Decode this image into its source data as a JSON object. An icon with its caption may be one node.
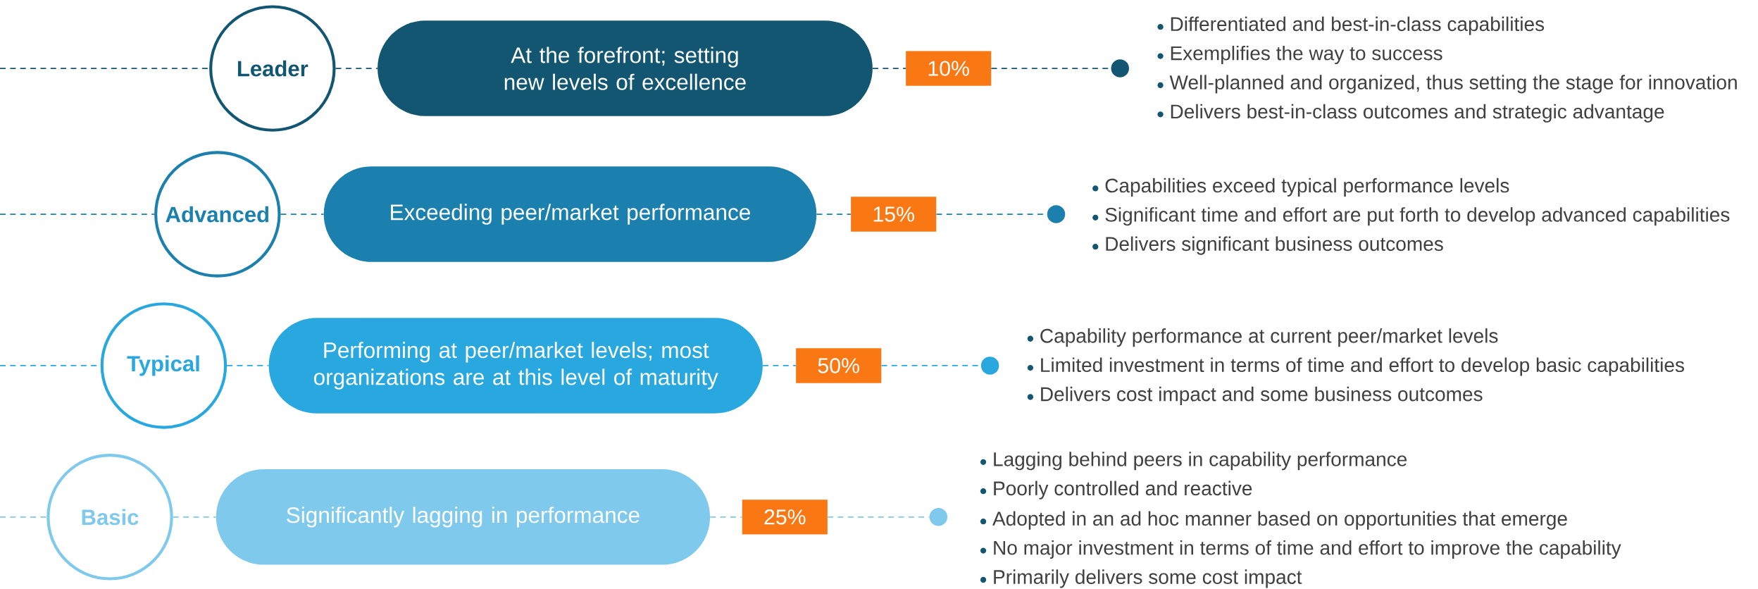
{
  "diagram": {
    "nodes": [
      {
        "text": [
          "Leader"
        ]
      },
      {
        "text": [
          "At the forefront; setting new levels of excellence"
        ]
      },
      {
        "text": [
          "10%"
        ]
      },
      {
        "text": [],
        "shape": "circle",
        "beside": [
          "Differentiated and best-in-class capabilities",
          "Exemplifies the way to success",
          "Well-planned and organized, thus setting the stage for innovation",
          "Delivers best-in-class outcomes and strategic advantage"
        ]
      },
      {
        "text": [
          "Advanced"
        ]
      },
      {
        "text": [
          "Exceeding peer/market performance"
        ]
      },
      {
        "text": [
          "15%"
        ]
      },
      {
        "text": [],
        "shape": "circle",
        "beside": [
          "Capabilities exceed typical performance levels",
          "Significant time and effort are put forth to develop advanced capabilities",
          "Delivers significant business outcomes"
        ]
      },
      {
        "text": [
          "Typical"
        ]
      },
      {
        "text": [
          "Performing at peer/market levels; most organizations are at this level of maturity"
        ]
      },
      {
        "text": [
          "50%"
        ]
      },
      {
        "text": [],
        "shape": "circle",
        "beside": [
          "Capability performance at current peer/market levels",
          "Limited investment in terms of time and effort to develop basic capabilities",
          "Delivers cost impact and some business outcomes"
        ]
      },
      {
        "text": [
          "Basic"
        ]
      },
      {
        "text": [
          "Significantly lagging in performance"
        ]
      },
      {
        "text": [
          "25%"
        ]
      },
      {
        "text": [],
        "shape": "circle",
        "beside": [
          "Lagging behind peers in capability performance",
          "Poorly controlled and reactive",
          "Adopted in an ad hoc manner based on opportunities that emerge",
          "No major investment in terms of time and effort to improve the capability",
          "Primarily delivers some cost impact"
        ]
      }
    ],
    "edges": [
      {
        "from": null,
        "to": 0,
        "arrow": "none",
        "style": "dashed",
        "color": "#135672"
      },
      {
        "from": 0,
        "to": 1,
        "arrow": "none",
        "style": "dashed",
        "color": "#135672"
      },
      {
        "from": 1,
        "to": 2,
        "arrow": "none",
        "style": "dashed",
        "color": "#135672"
      },
      {
        "from": 2,
        "to": 3,
        "arrow": "none",
        "style": "dashed",
        "color": "#135672"
      },
      {
        "from": null,
        "to": 4,
        "arrow": "none",
        "style": "dashed",
        "color": "#1b80ad"
      },
      {
        "from": 4,
        "to": 5,
        "arrow": "none",
        "style": "dashed",
        "color": "#1b80ad"
      },
      {
        "from": 5,
        "to": 6,
        "arrow": "none",
        "style": "dashed",
        "color": "#1b80ad"
      },
      {
        "from": 6,
        "to": 7,
        "arrow": "none",
        "style": "dashed",
        "color": "#1b80ad"
      },
      {
        "from": null,
        "to": 8,
        "arrow": "none",
        "style": "dashed",
        "color": "#29a7df"
      },
      {
        "from": 8,
        "to": 9,
        "arrow": "none",
        "style": "dashed",
        "color": "#29a7df"
      },
      {
        "from": 9,
        "to": 10,
        "arrow": "none",
        "style": "dashed",
        "color": "#29a7df"
      },
      {
        "from": 10,
        "to": 11,
        "arrow": "none",
        "style": "dashed",
        "color": "#29a7df"
      },
      {
        "from": null,
        "to": 12,
        "arrow": "none",
        "style": "dashed",
        "color": "#7fc9ec"
      },
      {
        "from": 12,
        "to": 13,
        "arrow": "none",
        "style": "dashed",
        "color": "#7fc9ec"
      },
      {
        "from": 13,
        "to": 14,
        "arrow": "none",
        "style": "dashed",
        "color": "#7fc9ec"
      },
      {
        "from": 14,
        "to": 15,
        "arrow": "none",
        "style": "dashed",
        "color": "#7fc9ec"
      }
    ]
  }
}
